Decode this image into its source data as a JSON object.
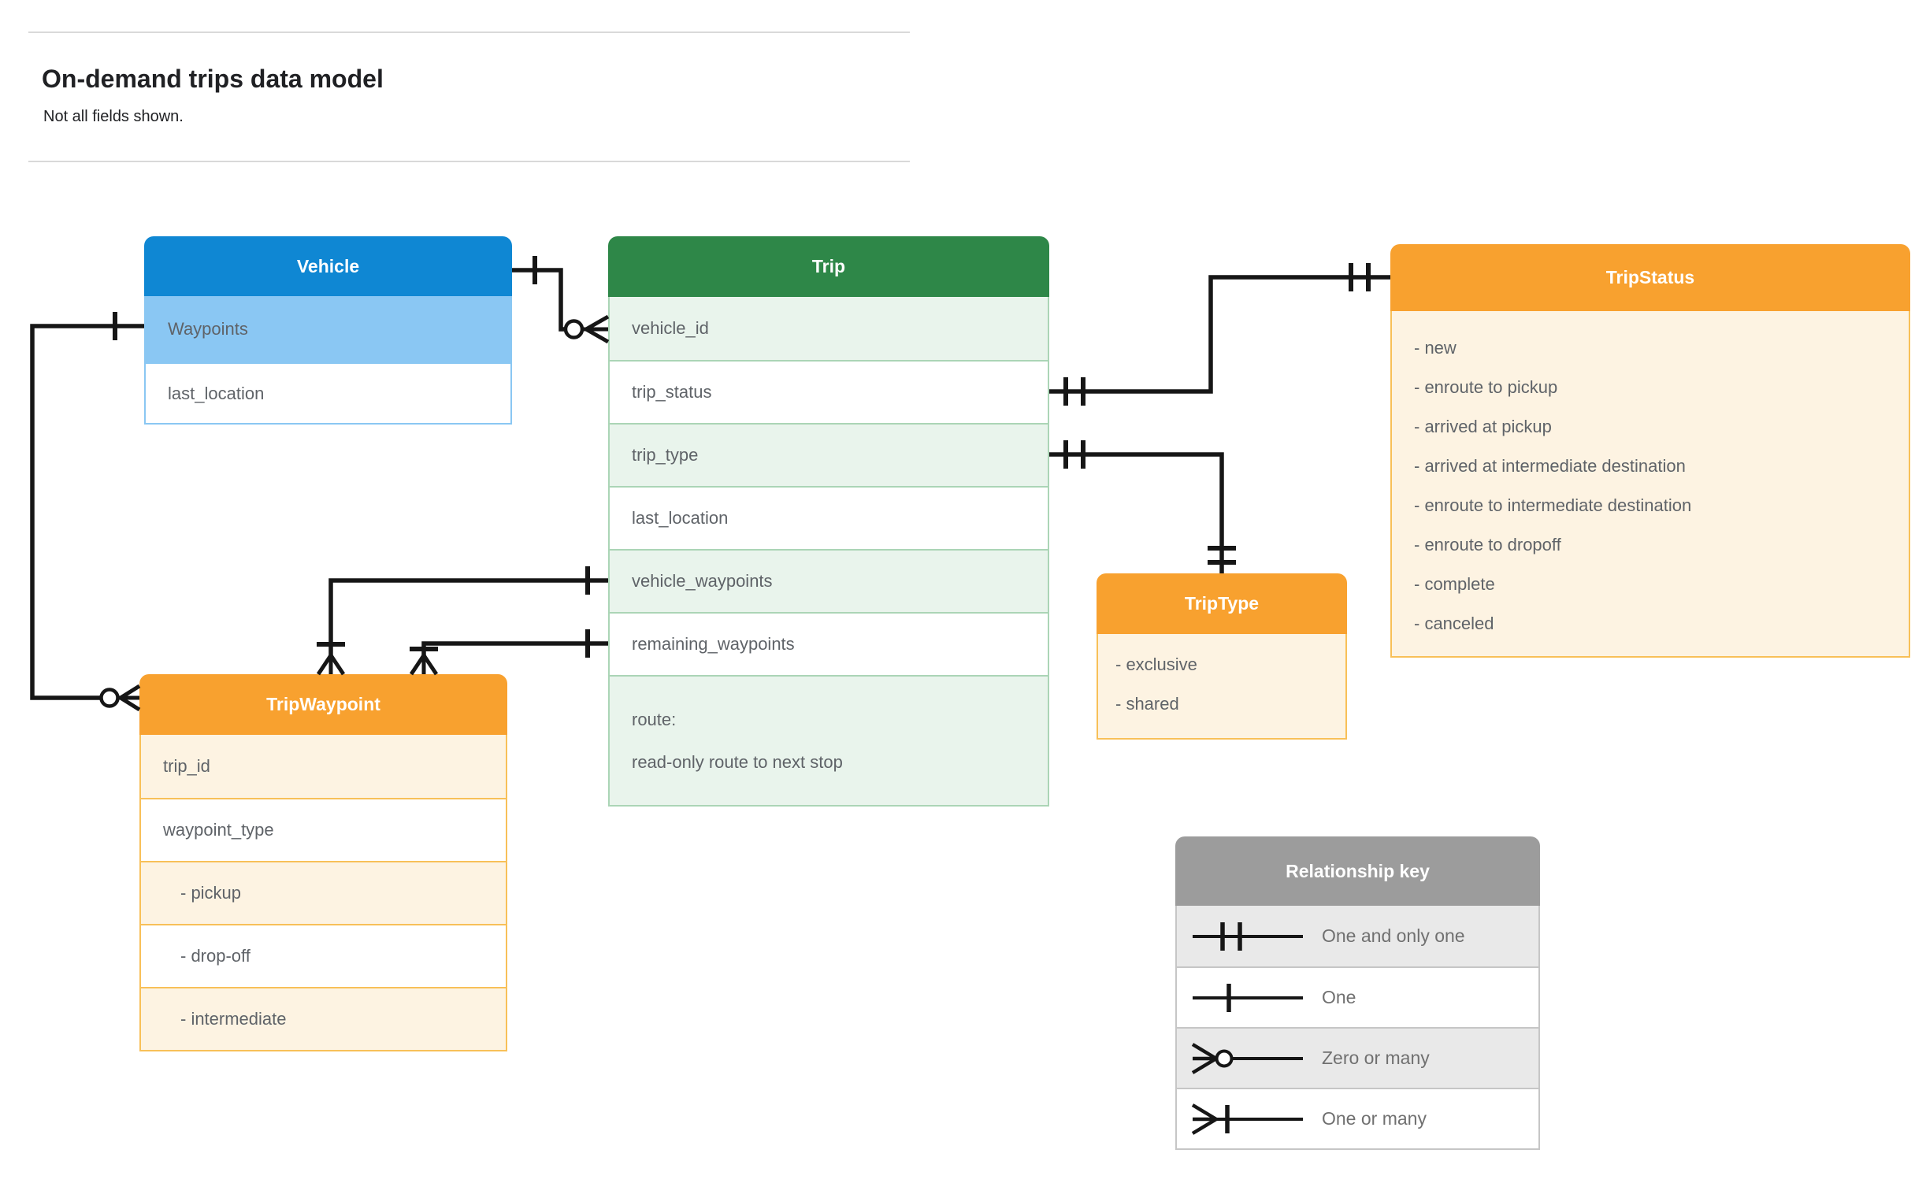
{
  "page": {
    "title": "On-demand trips data model",
    "subtitle": "Not all fields shown."
  },
  "entities": {
    "vehicle": {
      "title": "Vehicle",
      "fields": [
        "Waypoints",
        "last_location"
      ]
    },
    "trip": {
      "title": "Trip",
      "fields": [
        "vehicle_id",
        "trip_status",
        "trip_type",
        "last_location",
        "vehicle_waypoints",
        "remaining_waypoints"
      ],
      "route_label": "route:",
      "route_note": "read-only route to next stop"
    },
    "trip_status": {
      "title": "TripStatus",
      "values": [
        "- new",
        "- enroute to pickup",
        "- arrived at pickup",
        "- arrived at intermediate destination",
        "- enroute to intermediate destination",
        "- enroute to dropoff",
        "- complete",
        "- canceled"
      ]
    },
    "trip_type": {
      "title": "TripType",
      "values": [
        "- exclusive",
        "- shared"
      ]
    },
    "trip_waypoint": {
      "title": "TripWaypoint",
      "fields": [
        "trip_id",
        "waypoint_type"
      ],
      "values": [
        "- pickup",
        "- drop-off",
        "- intermediate"
      ]
    }
  },
  "legend": {
    "title": "Relationship key",
    "rows": [
      {
        "symbol": "one-and-only-one",
        "label": "One and only one"
      },
      {
        "symbol": "one",
        "label": "One"
      },
      {
        "symbol": "zero-or-many",
        "label": "Zero or many"
      },
      {
        "symbol": "one-or-many",
        "label": "One or many"
      }
    ]
  },
  "relationships": [
    {
      "from": "Vehicle",
      "to": "Trip.vehicle_id",
      "from_end": "one",
      "to_end": "zero-or-many"
    },
    {
      "from": "Trip.trip_status",
      "to": "TripStatus",
      "from_end": "one-and-only-one",
      "to_end": "one-and-only-one"
    },
    {
      "from": "Trip.trip_type",
      "to": "TripType",
      "from_end": "one-and-only-one",
      "to_end": "one-and-only-one"
    },
    {
      "from": "Trip.vehicle_waypoints",
      "to": "TripWaypoint",
      "from_end": "one",
      "to_end": "one-or-many"
    },
    {
      "from": "Trip.remaining_waypoints",
      "to": "TripWaypoint",
      "from_end": "one",
      "to_end": "one-or-many"
    },
    {
      "from": "Vehicle.Waypoints",
      "to": "TripWaypoint",
      "from_end": "one",
      "to_end": "zero-or-many"
    }
  ],
  "colors": {
    "blue_header": "#0f87d3",
    "blue_row": "#8ac7f3",
    "green_header": "#2e8748",
    "green_row": "#e9f4ec",
    "green_border": "#abd5b6",
    "orange_header": "#f8a12f",
    "orange_row": "#fdf3e2",
    "orange_border": "#f8c058",
    "gray_header": "#9c9c9c",
    "gray_row": "#e9e9e9",
    "line": "#161616",
    "field_text": "#5f6368",
    "title_text": "#202124"
  }
}
